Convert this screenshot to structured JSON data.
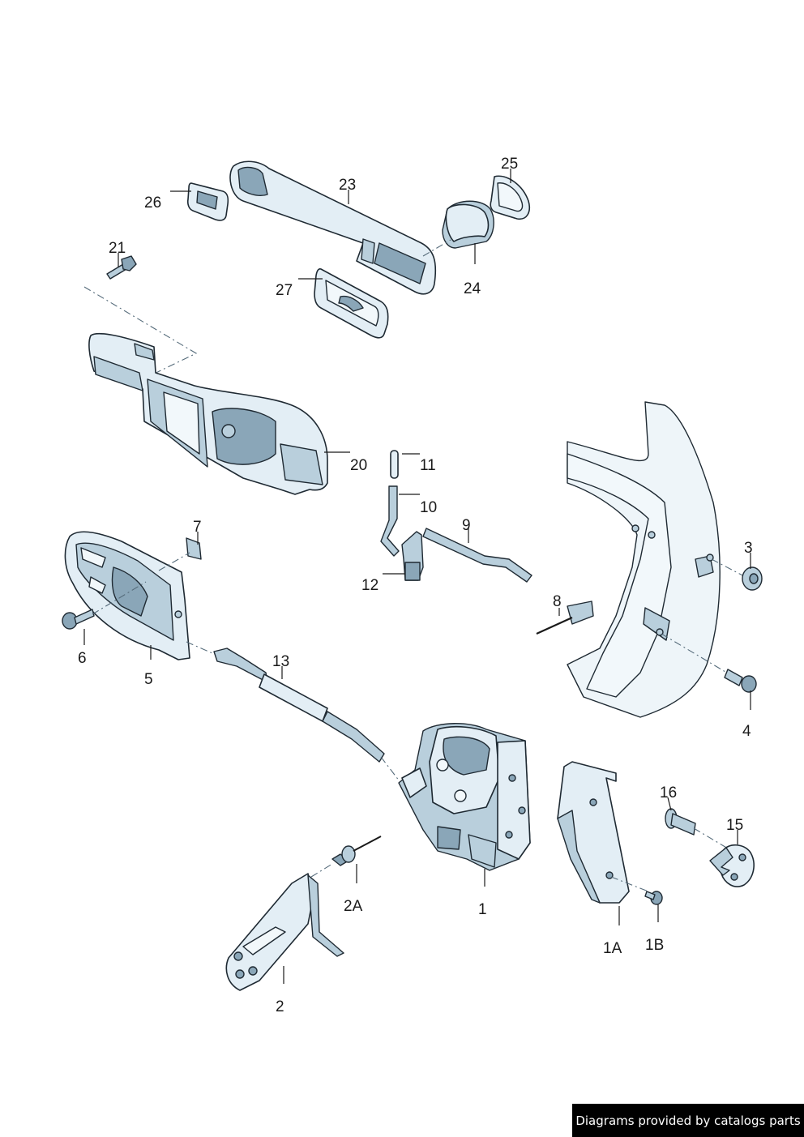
{
  "callouts": {
    "c1": "1",
    "c1A": "1A",
    "c1B": "1B",
    "c2": "2",
    "c2A": "2A",
    "c3": "3",
    "c4": "4",
    "c5": "5",
    "c6": "6",
    "c7": "7",
    "c8": "8",
    "c9": "9",
    "c10": "10",
    "c11": "11",
    "c12": "12",
    "c13": "13",
    "c15": "15",
    "c16": "16",
    "c20": "20",
    "c21": "21",
    "c23": "23",
    "c24": "24",
    "c25": "25",
    "c26": "26",
    "c27": "27"
  },
  "watermark": "Diagrams provided by catalogs parts",
  "colors": {
    "part_fill": "#e3eef5",
    "outline": "#1f2a33",
    "watermark_bg": "#000000"
  }
}
